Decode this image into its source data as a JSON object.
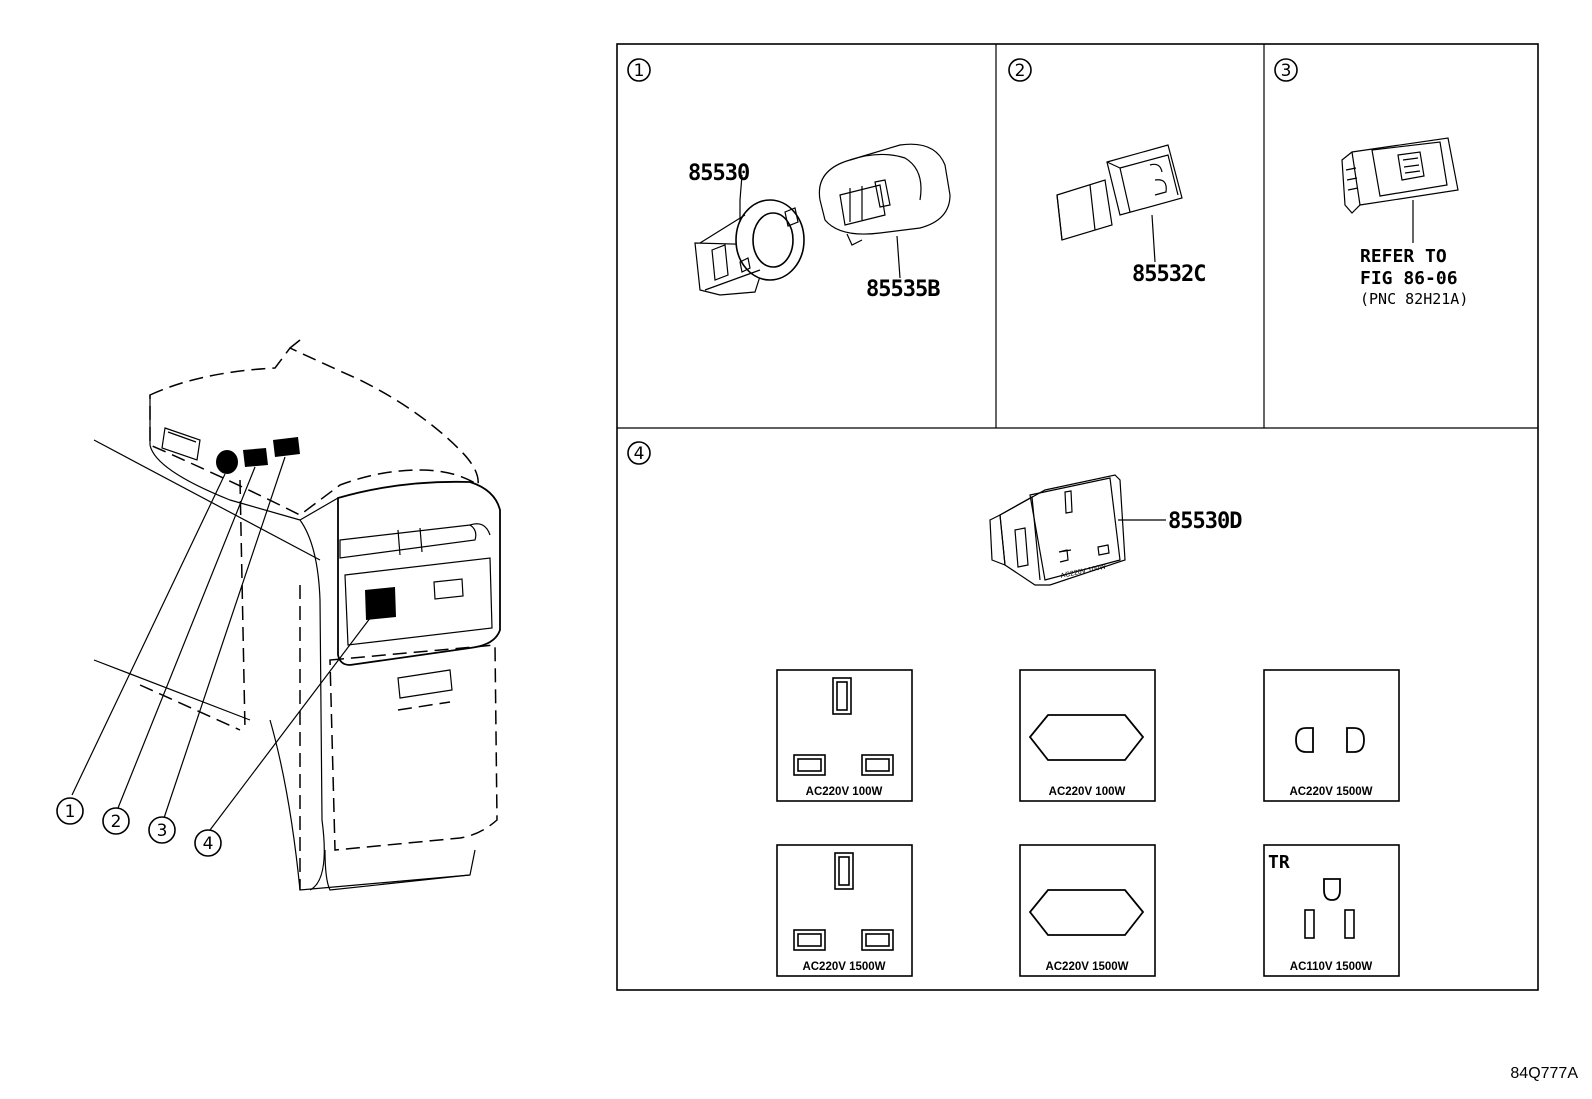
{
  "callouts": {
    "c1": "1",
    "c2": "2",
    "c3": "3",
    "c4": "4"
  },
  "parts": {
    "p1a": "85530",
    "p1b": "85535B",
    "p2": "85532C",
    "p4": "85530D"
  },
  "refer": {
    "line1": "REFER TO",
    "line2": "FIG 86-06",
    "line3": "(PNC 82H21A)"
  },
  "socket_inscription": "AC220V 100W",
  "sockets": [
    {
      "label": "AC220V  100W"
    },
    {
      "label": "AC220V  100W"
    },
    {
      "label": "AC220V  1500W"
    },
    {
      "label": "AC220V  1500W"
    },
    {
      "label": "AC220V  1500W"
    },
    {
      "label": "AC110V 1500W",
      "tag": "TR"
    }
  ],
  "diagram_code": "84Q777A"
}
